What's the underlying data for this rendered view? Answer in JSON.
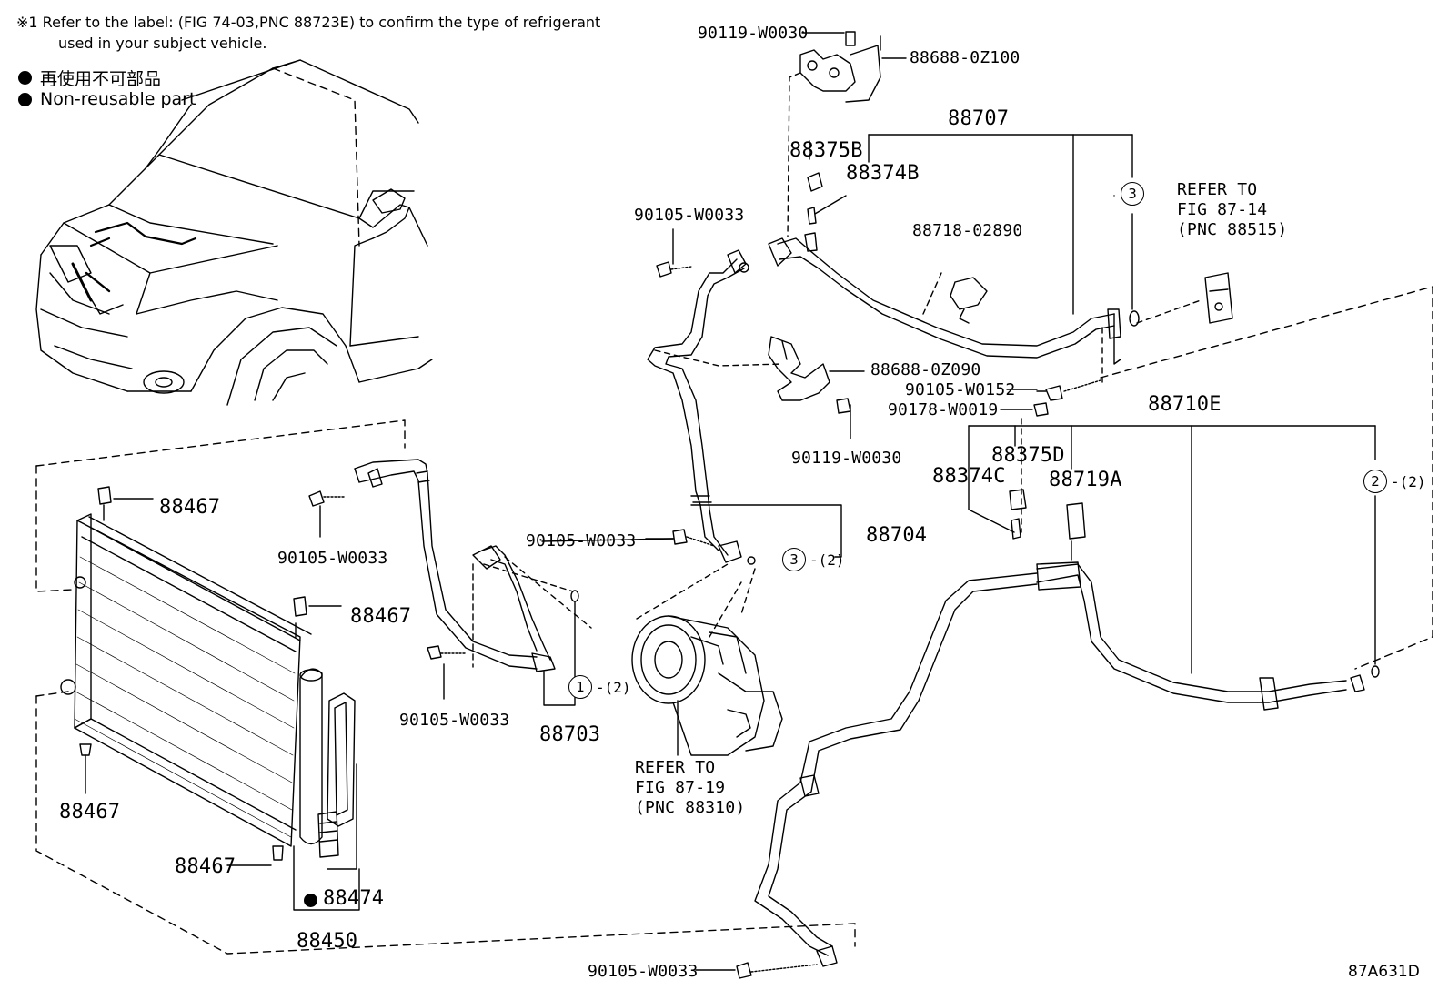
{
  "notes": {
    "line1": "※1 Refer to the label: (FIG 74-03,PNC 88723E) to confirm the type of refrigerant",
    "line2": "used in your subject vehicle."
  },
  "legend": {
    "jp": "再使用不可部品",
    "en": "Non-reusable part"
  },
  "labels": {
    "p90119_top": "90119-W0030",
    "p88688_0Z100": "88688-0Z100",
    "p88707": "88707",
    "p88375B": "88375B",
    "p88374B": "88374B",
    "p90105_a": "90105-W0033",
    "p88718": "88718-02890",
    "p88688_0Z090": "88688-0Z090",
    "p90105_W0152": "90105-W0152",
    "p90178": "90178-W0019",
    "p88710E": "88710E",
    "p90119_mid": "90119-W0030",
    "p88375D": "88375D",
    "p88374C": "88374C",
    "p88719A": "88719A",
    "p88704": "88704",
    "p90105_b": "90105-W0033",
    "p90105_c": "90105-W0033",
    "p90105_d": "90105-W0033",
    "p90105_e": "90105-W0033",
    "p88703": "88703",
    "p88467_a": "88467",
    "p88467_b": "88467",
    "p88467_c": "88467",
    "p88467_d": "88467",
    "p88474": "88474",
    "p88450": "88450"
  },
  "refs": {
    "r1_l1": "REFER TO",
    "r1_l2": "FIG 87-14",
    "r1_l3": "(PNC 88515)",
    "r2_l1": "REFER TO",
    "r2_l2": "FIG 87-19",
    "r2_l3": "(PNC 88310)"
  },
  "circles": {
    "c1": "1",
    "c2": "2",
    "c3a": "3",
    "c3b": "3"
  },
  "qty": {
    "q1": "-(2)",
    "q2": "-(2)",
    "q3": "-(2)"
  },
  "figure_code": "87A631D"
}
